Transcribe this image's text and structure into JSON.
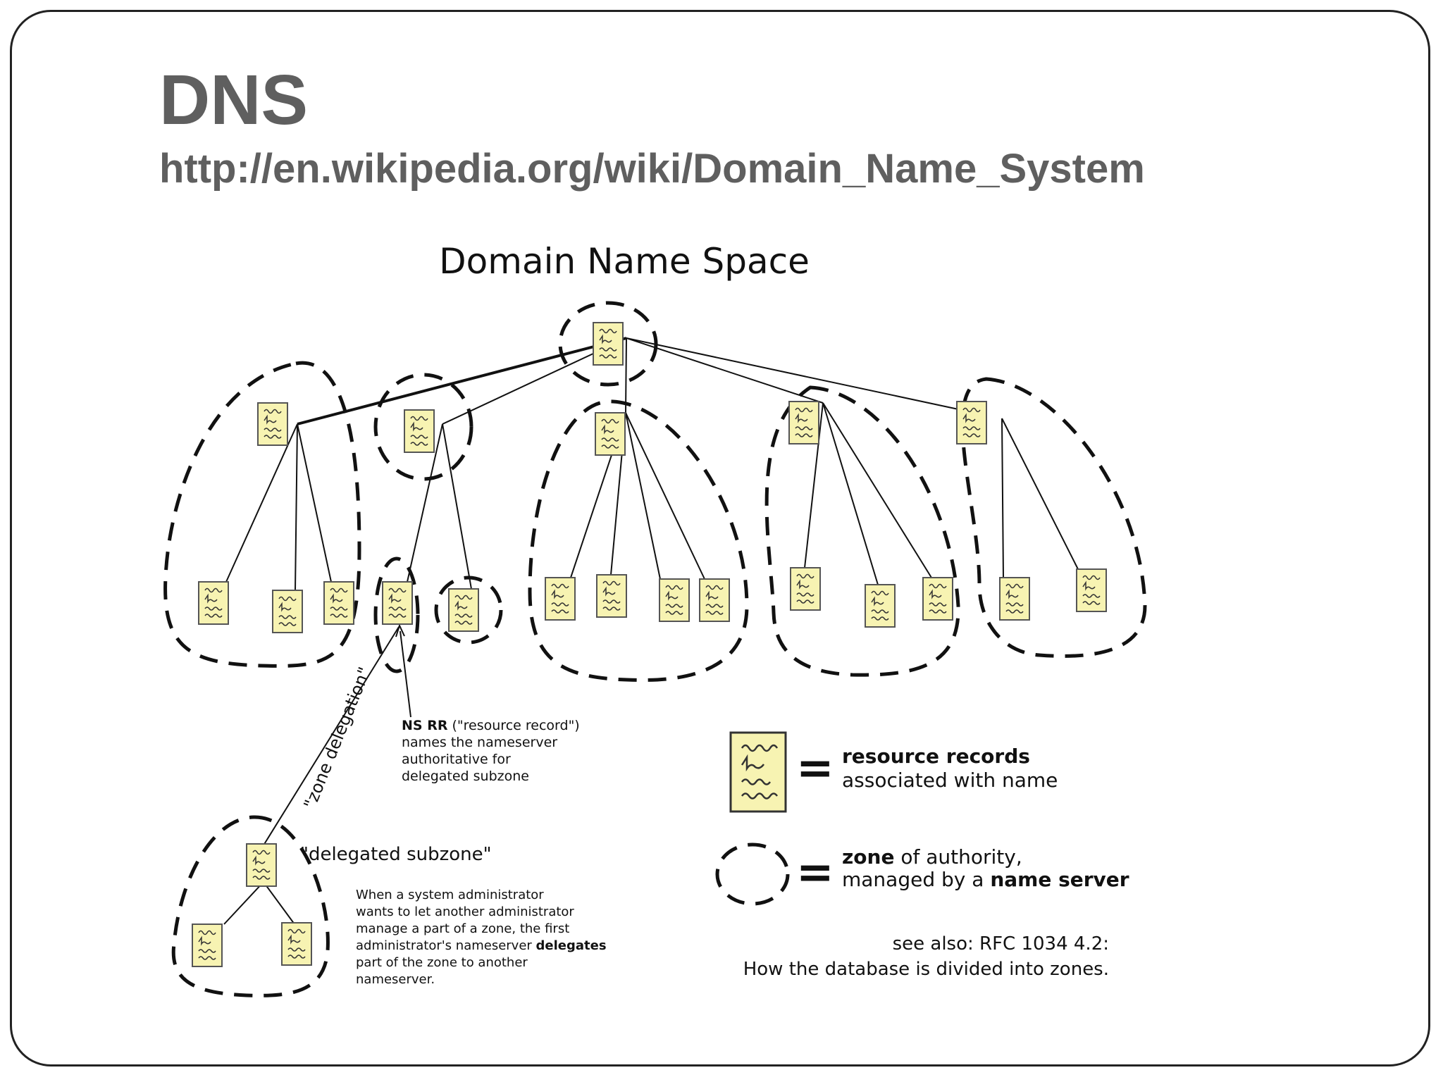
{
  "slide": {
    "title": "DNS",
    "url": "http://en.wikipedia.org/wiki/Domain_Name_System"
  },
  "diagram": {
    "title": "Domain Name Space",
    "zone_delegation_label": "\"zone delegation\"",
    "ns_rr_note": {
      "bold": "NS RR",
      "line1_rest": " (\"resource record\")",
      "line2": "names the nameserver",
      "line3": "authoritative for",
      "line4": "delegated subzone"
    },
    "delegated_subzone_label": "\"delegated subzone\"",
    "admin_note": {
      "line1": "When a system administrator",
      "line2": "wants to let another administrator",
      "line3": "manage a part of a zone, the first",
      "line4_pre": "administrator's nameserver ",
      "line4_bold": "delegates",
      "line5": "part of the zone to another",
      "line6": "nameserver."
    },
    "legend": {
      "equals": "=",
      "rr_bold": "resource records",
      "rr_rest": "associated with name",
      "zone_bold": "zone",
      "zone_rest": " of authority,",
      "ns_pre": "managed by a ",
      "ns_bold": "name server"
    },
    "see_also": {
      "line1": "see also: RFC 1034 4.2:",
      "line2": "How the database is divided into zones."
    },
    "colors": {
      "record_fill": "#f7f3b2",
      "record_stroke": "#555555",
      "line": "#111111"
    }
  }
}
